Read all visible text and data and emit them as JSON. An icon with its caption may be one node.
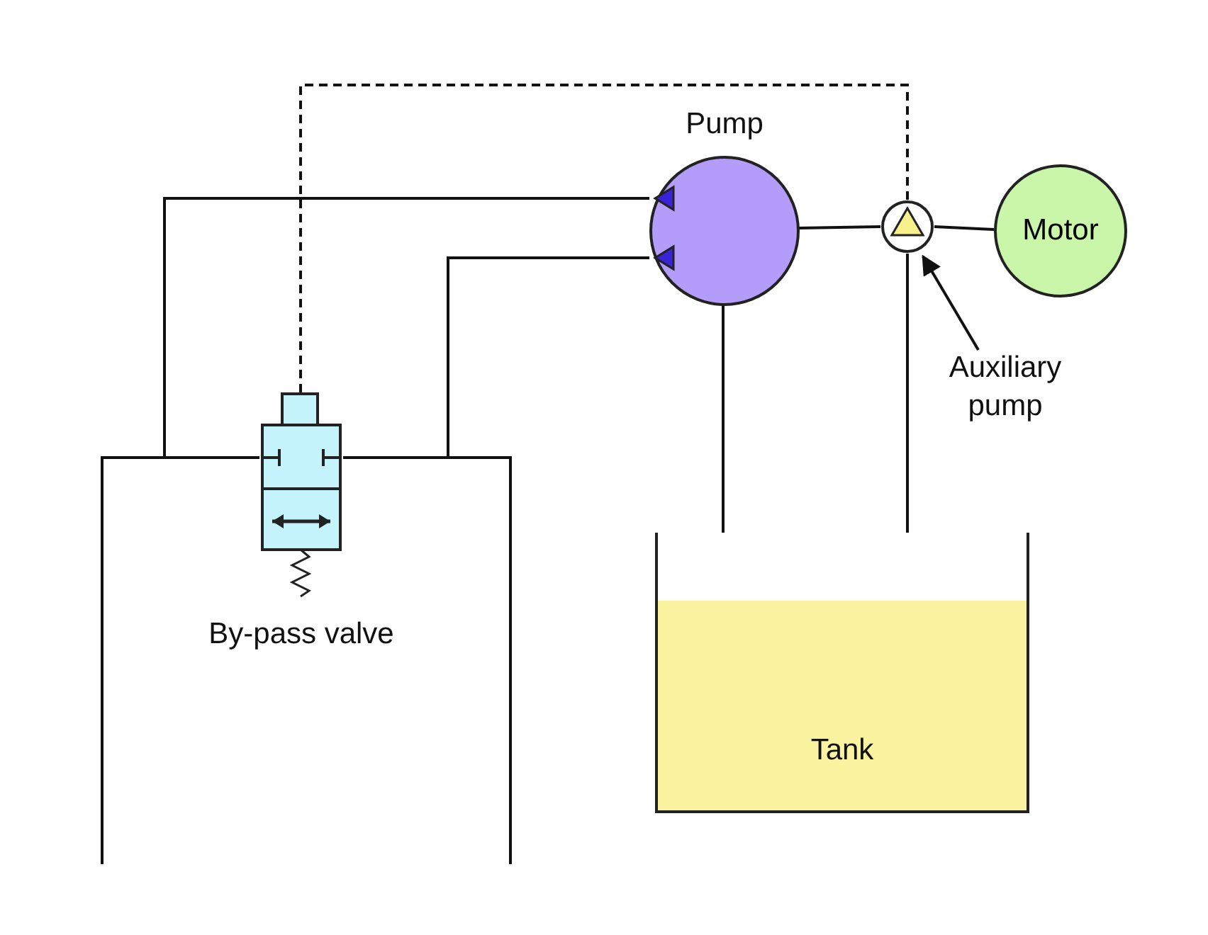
{
  "diagram": {
    "nodes": [
      {
        "text": [
          "Pump"
        ]
      },
      {
        "text": [
          "Auxiliary pump"
        ]
      },
      {
        "text": [],
        "shape": "circle"
      },
      {
        "text": [
          "Motor"
        ]
      },
      {
        "text": [
          "By-pass valve"
        ]
      },
      {
        "text": [
          "Tank"
        ]
      }
    ],
    "edges": [
      {
        "from": 1,
        "to": 2,
        "arrow": "to"
      },
      {
        "from": 0,
        "to": 2,
        "arrow": "none"
      },
      {
        "from": 2,
        "to": 3,
        "arrow": "none"
      },
      {
        "from": 2,
        "to": 4,
        "arrow": "none",
        "style": "dashed"
      },
      {
        "from": 0,
        "to": 4,
        "arrow": "none"
      },
      {
        "from": 0,
        "to": 4,
        "arrow": "none"
      },
      {
        "from": 4,
        "to": null,
        "arrow": "none"
      },
      {
        "from": 4,
        "to": null,
        "arrow": "none"
      },
      {
        "from": 0,
        "to": 5,
        "arrow": "none"
      },
      {
        "from": 2,
        "to": 5,
        "arrow": "none"
      }
    ]
  }
}
